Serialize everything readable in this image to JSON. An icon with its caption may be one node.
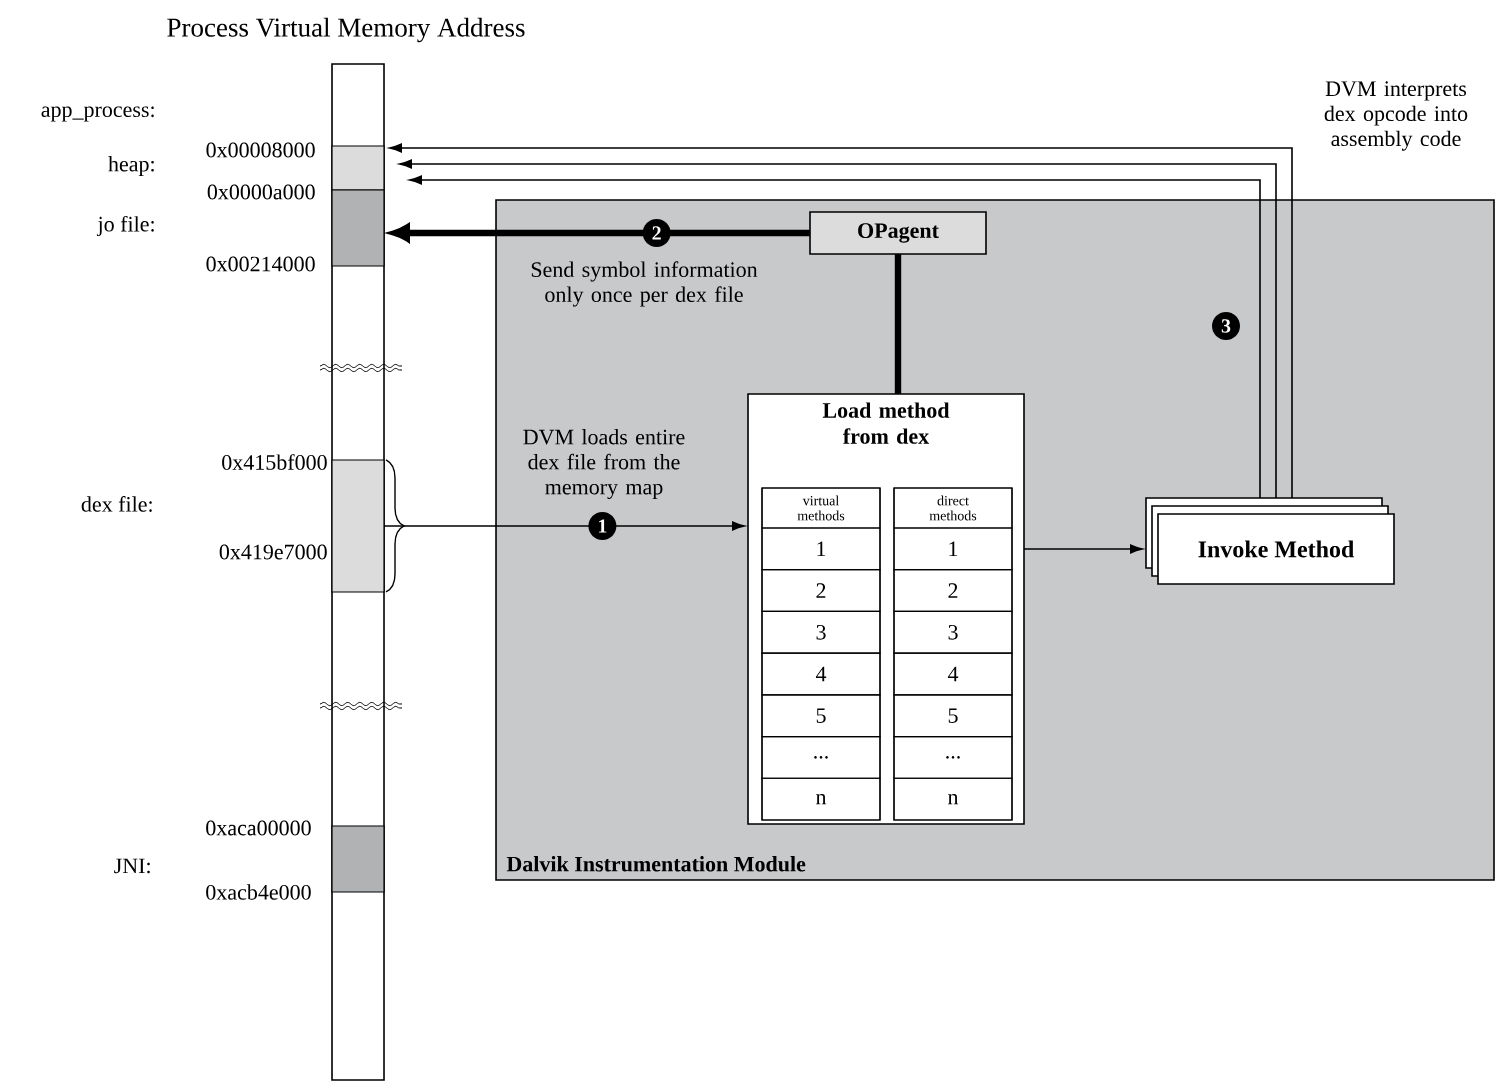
{
  "diagram": {
    "nodes": [
      {
        "text": [
          "Process Virtual Memory Address"
        ]
      },
      {
        "text": [],
        "shape": "bar",
        "in": 0
      },
      {
        "text": [],
        "shape": "bar",
        "in": 0
      },
      {
        "text": [],
        "shape": "bar",
        "in": 0
      },
      {
        "text": [],
        "shape": "bar",
        "in": 0
      },
      {
        "text": [
          "Dalvik Instrumentation Module"
        ]
      },
      {
        "text": [
          "OPagent"
        ],
        "in": 5
      },
      {
        "text": [
          "Load method from dex"
        ],
        "in": 5
      },
      {
        "text": [
          "virtual methods",
          "1",
          "2",
          "3",
          "4",
          "5",
          "...",
          "n"
        ],
        "in": 7
      },
      {
        "text": [
          "direct methods",
          "1",
          "2",
          "3",
          "4",
          "5",
          "...",
          "n"
        ],
        "in": 7
      },
      {
        "text": [
          "Invoke Method"
        ],
        "in": 5
      }
    ],
    "edges": [
      {
        "from": 6,
        "to": 2,
        "arrow": "to",
        "label": "2",
        "style": "thick"
      },
      {
        "from": 6,
        "to": 7,
        "arrow": "none",
        "style": "thick"
      },
      {
        "from": 3,
        "to": 7,
        "arrow": "to",
        "label": "1"
      },
      {
        "from": 7,
        "to": 10,
        "arrow": "to"
      },
      {
        "from": 10,
        "to": 1,
        "arrow": "to"
      },
      {
        "from": 10,
        "to": 1,
        "arrow": "to"
      },
      {
        "from": 10,
        "to": 1,
        "arrow": "to"
      }
    ],
    "labels": [
      "DVM interprets dex opcode into assembly code",
      "app_process:",
      "0x00008000",
      "heap:",
      "0x0000a000",
      "jo file:",
      "0x00214000",
      "Send symbol information only once per dex file",
      "3",
      "DVM loads entire dex file from the memory map",
      "0x415bf000",
      "dex file:",
      "0x419e7000",
      "0xaca00000",
      "JNI:",
      "0xacb4e000"
    ]
  }
}
